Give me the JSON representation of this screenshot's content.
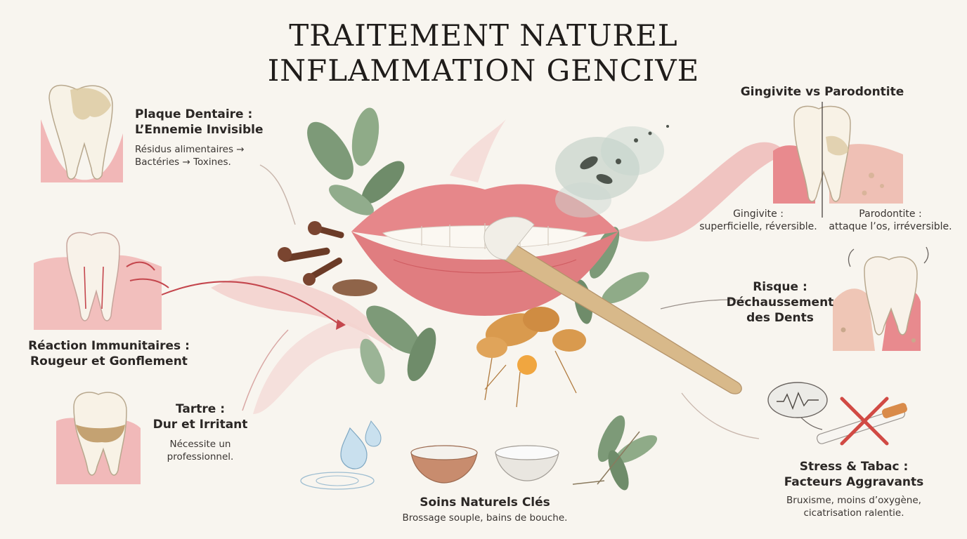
{
  "title": {
    "line1": "TRAITEMENT NATUREL",
    "line2": "INFLAMMATION GENCIVE"
  },
  "plaque": {
    "heading_line1": "Plaque Dentaire :",
    "heading_line2": "L’Ennemie Invisible",
    "text_line1": "Résidus alimentaires →",
    "text_line2": "Bactéries → Toxines."
  },
  "immune": {
    "heading_line1": "Réaction Immunitaires :",
    "heading_line2": "Rougeur et Gonflement"
  },
  "tartar": {
    "heading_line1": "Tartre :",
    "heading_line2": "Dur et Irritant",
    "text_line1": "Nécessite un",
    "text_line2": "professionnel."
  },
  "care": {
    "heading": "Soins Naturels Clés",
    "text": "Brossage souple, bains de bouche."
  },
  "compare": {
    "heading": "Gingivite vs Parodontite",
    "left_label": "Gingivite :",
    "left_text": "superficielle, réversible.",
    "right_label": "Parodontite :",
    "right_text": "attaque l’os, irréversible."
  },
  "risk": {
    "heading_line1": "Risque :",
    "heading_line2": "Déchaussement",
    "heading_line3": "des Dents"
  },
  "stress": {
    "heading_line1": "Stress & Tabac :",
    "heading_line2": "Facteurs Aggravants",
    "text_line1": "Bruxisme, moins d’oxygène,",
    "text_line2": "cicatrisation ralentie."
  },
  "colors": {
    "gum": "#e6878a",
    "gum_dark": "#c4464d",
    "leaf": "#7d9a78",
    "turmeric": "#d99a4e",
    "wood": "#d8b98a",
    "bacteria": "#4e554d"
  }
}
